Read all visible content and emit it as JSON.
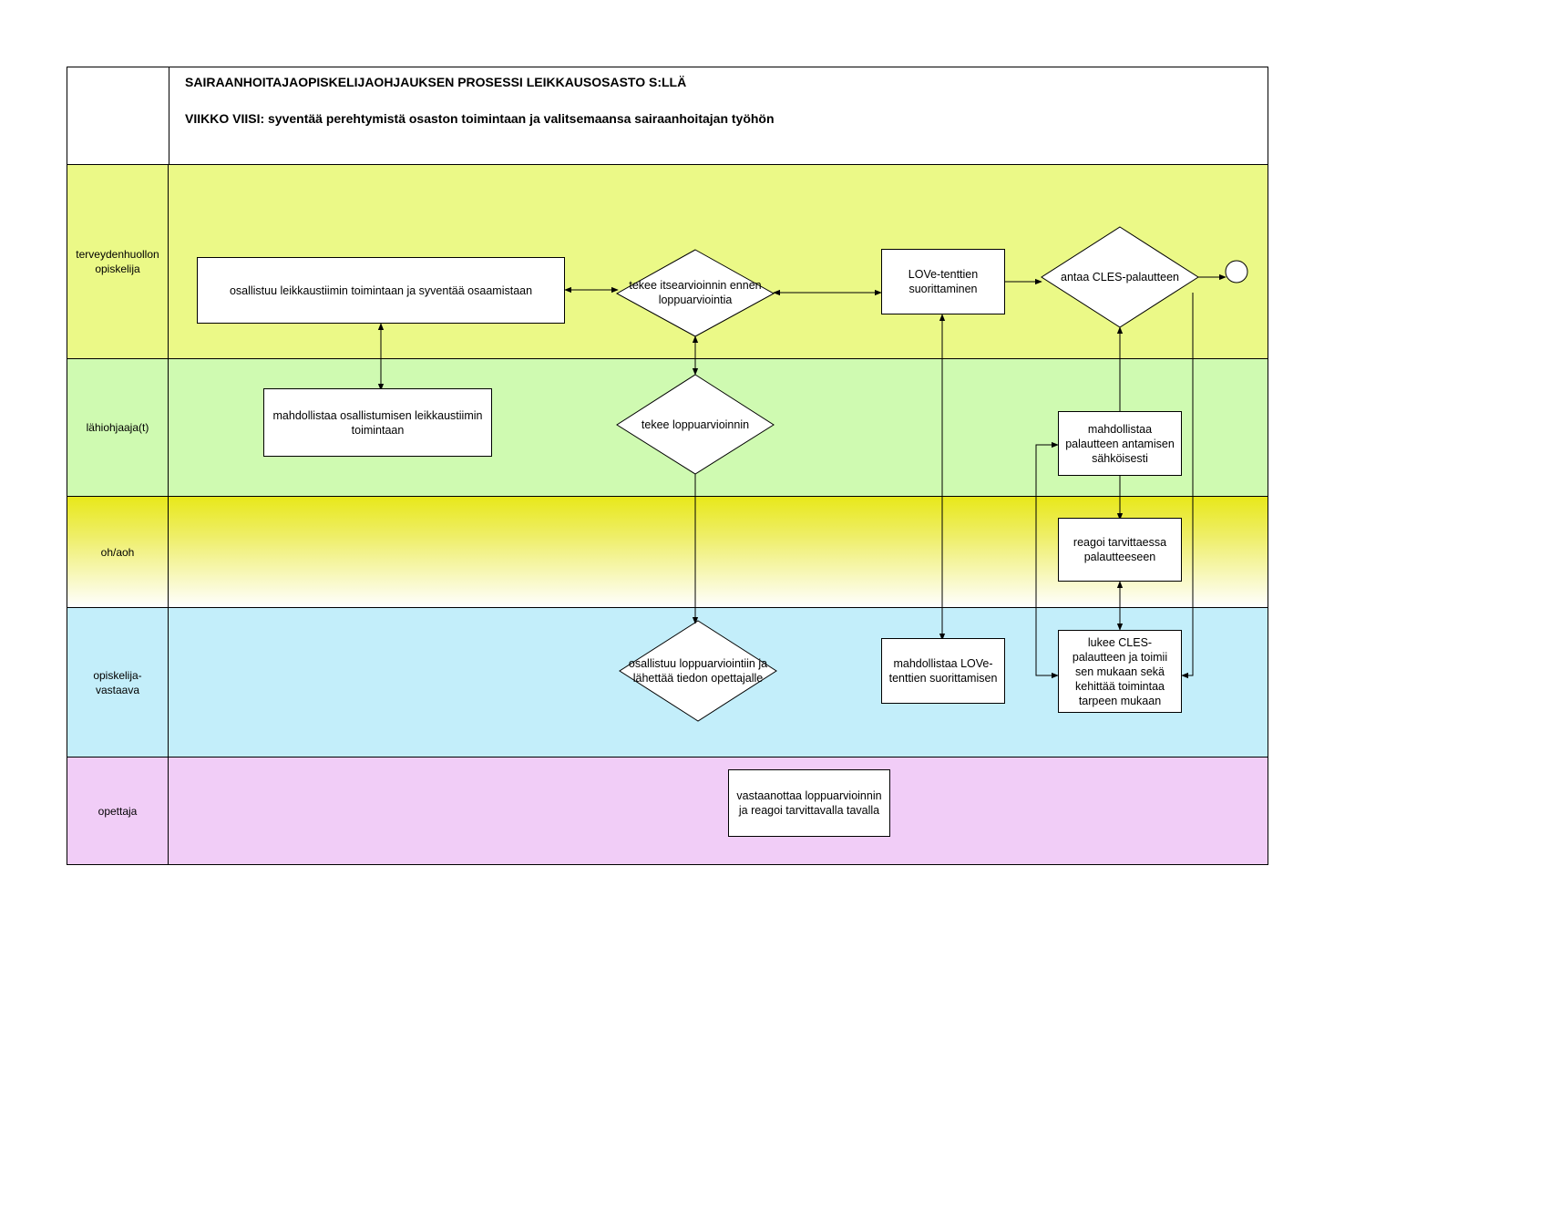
{
  "title": {
    "line1": "SAIRAANHOITAJAOPISKELIJAOHJAUKSEN PROSESSI LEIKKAUSOSASTO S:LLÄ",
    "line2": "VIIKKO VIISI: syventää perehtymistä osaston toimintaan ja valitsemaansa sairaanhoitajan työhön"
  },
  "lanes": [
    {
      "label": "terveydenhuollon\nopiskelija",
      "color": "#ebf987"
    },
    {
      "label": "lähiohjaaja(t)",
      "color": "#cffab1"
    },
    {
      "label": "oh/aoh",
      "color": "#e8e81a"
    },
    {
      "label": "opiskelija-\nvastaava",
      "color": "#c3eefa"
    },
    {
      "label": "opettaja",
      "color": "#f1cdf7"
    }
  ],
  "nodes": {
    "n1": "osallistuu leikkaustiimin toimintaan ja syventää osaamistaan",
    "d1": "tekee itsearvioinnin ennen loppuarviointia",
    "n2": "LOVe-tenttien suorittaminen",
    "d2": "antaa CLES-palautteen",
    "n3": "mahdollistaa osallistumisen leikkaustiimin toimintaan",
    "d3": "tekee loppuarvioinnin",
    "n4": "mahdollistaa palautteen antamisen sähköisesti",
    "n5": "reagoi tarvittaessa palautteeseen",
    "d4": "osallistuu loppuarviointiin ja lähettää tiedon opettajalle",
    "n6": "mahdollistaa LOVe-tenttien suorittamisen",
    "n7": "lukee CLES-palautteen ja toimii sen mukaan sekä kehittää toimintaa tarpeen mukaan",
    "n8": "vastaanottaa loppuarvioinnin ja reagoi tarvittavalla tavalla"
  }
}
